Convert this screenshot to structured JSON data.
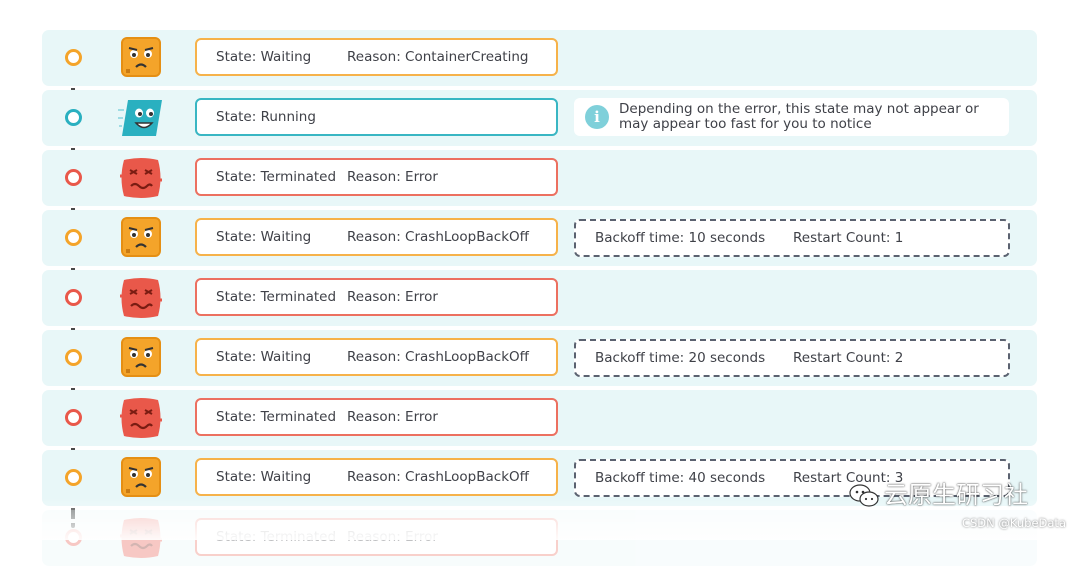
{
  "rows": [
    {
      "kind": "waiting",
      "state": "State: Waiting",
      "reason": "Reason: ContainerCreating"
    },
    {
      "kind": "running",
      "state": "State: Running",
      "reason": "",
      "info": "Depending on the error, this state may not appear or may appear too fast for you to notice"
    },
    {
      "kind": "terminated",
      "state": "State: Terminated",
      "reason": "Reason: Error"
    },
    {
      "kind": "waiting",
      "state": "State: Waiting",
      "reason": "Reason: CrashLoopBackOff",
      "backoff": "Backoff time: 10 seconds",
      "restart": "Restart Count: 1"
    },
    {
      "kind": "terminated",
      "state": "State: Terminated",
      "reason": "Reason: Error"
    },
    {
      "kind": "waiting",
      "state": "State: Waiting",
      "reason": "Reason: CrashLoopBackOff",
      "backoff": "Backoff time: 20 seconds",
      "restart": "Restart Count: 2"
    },
    {
      "kind": "terminated",
      "state": "State: Terminated",
      "reason": "Reason: Error"
    },
    {
      "kind": "waiting",
      "state": "State: Waiting",
      "reason": "Reason: CrashLoopBackOff",
      "backoff": "Backoff time: 40 seconds",
      "restart": "Restart Count: 3"
    },
    {
      "kind": "terminated",
      "state": "State: Terminated",
      "reason": "Reason: Error",
      "ghost": true
    }
  ],
  "colors": {
    "waiting": "#f4a42a",
    "running": "#2ab0c0",
    "terminated": "#e9584a",
    "row_bg": "#e8f7f8"
  },
  "icons": {
    "waiting": "worried-face-icon",
    "running": "smiling-face-icon",
    "terminated": "angry-face-icon",
    "info": "info-icon"
  },
  "info_glyph": "i",
  "watermark": {
    "text": "云原生研习社",
    "icon": "wechat-icon"
  },
  "credit": "CSDN @KubeData"
}
